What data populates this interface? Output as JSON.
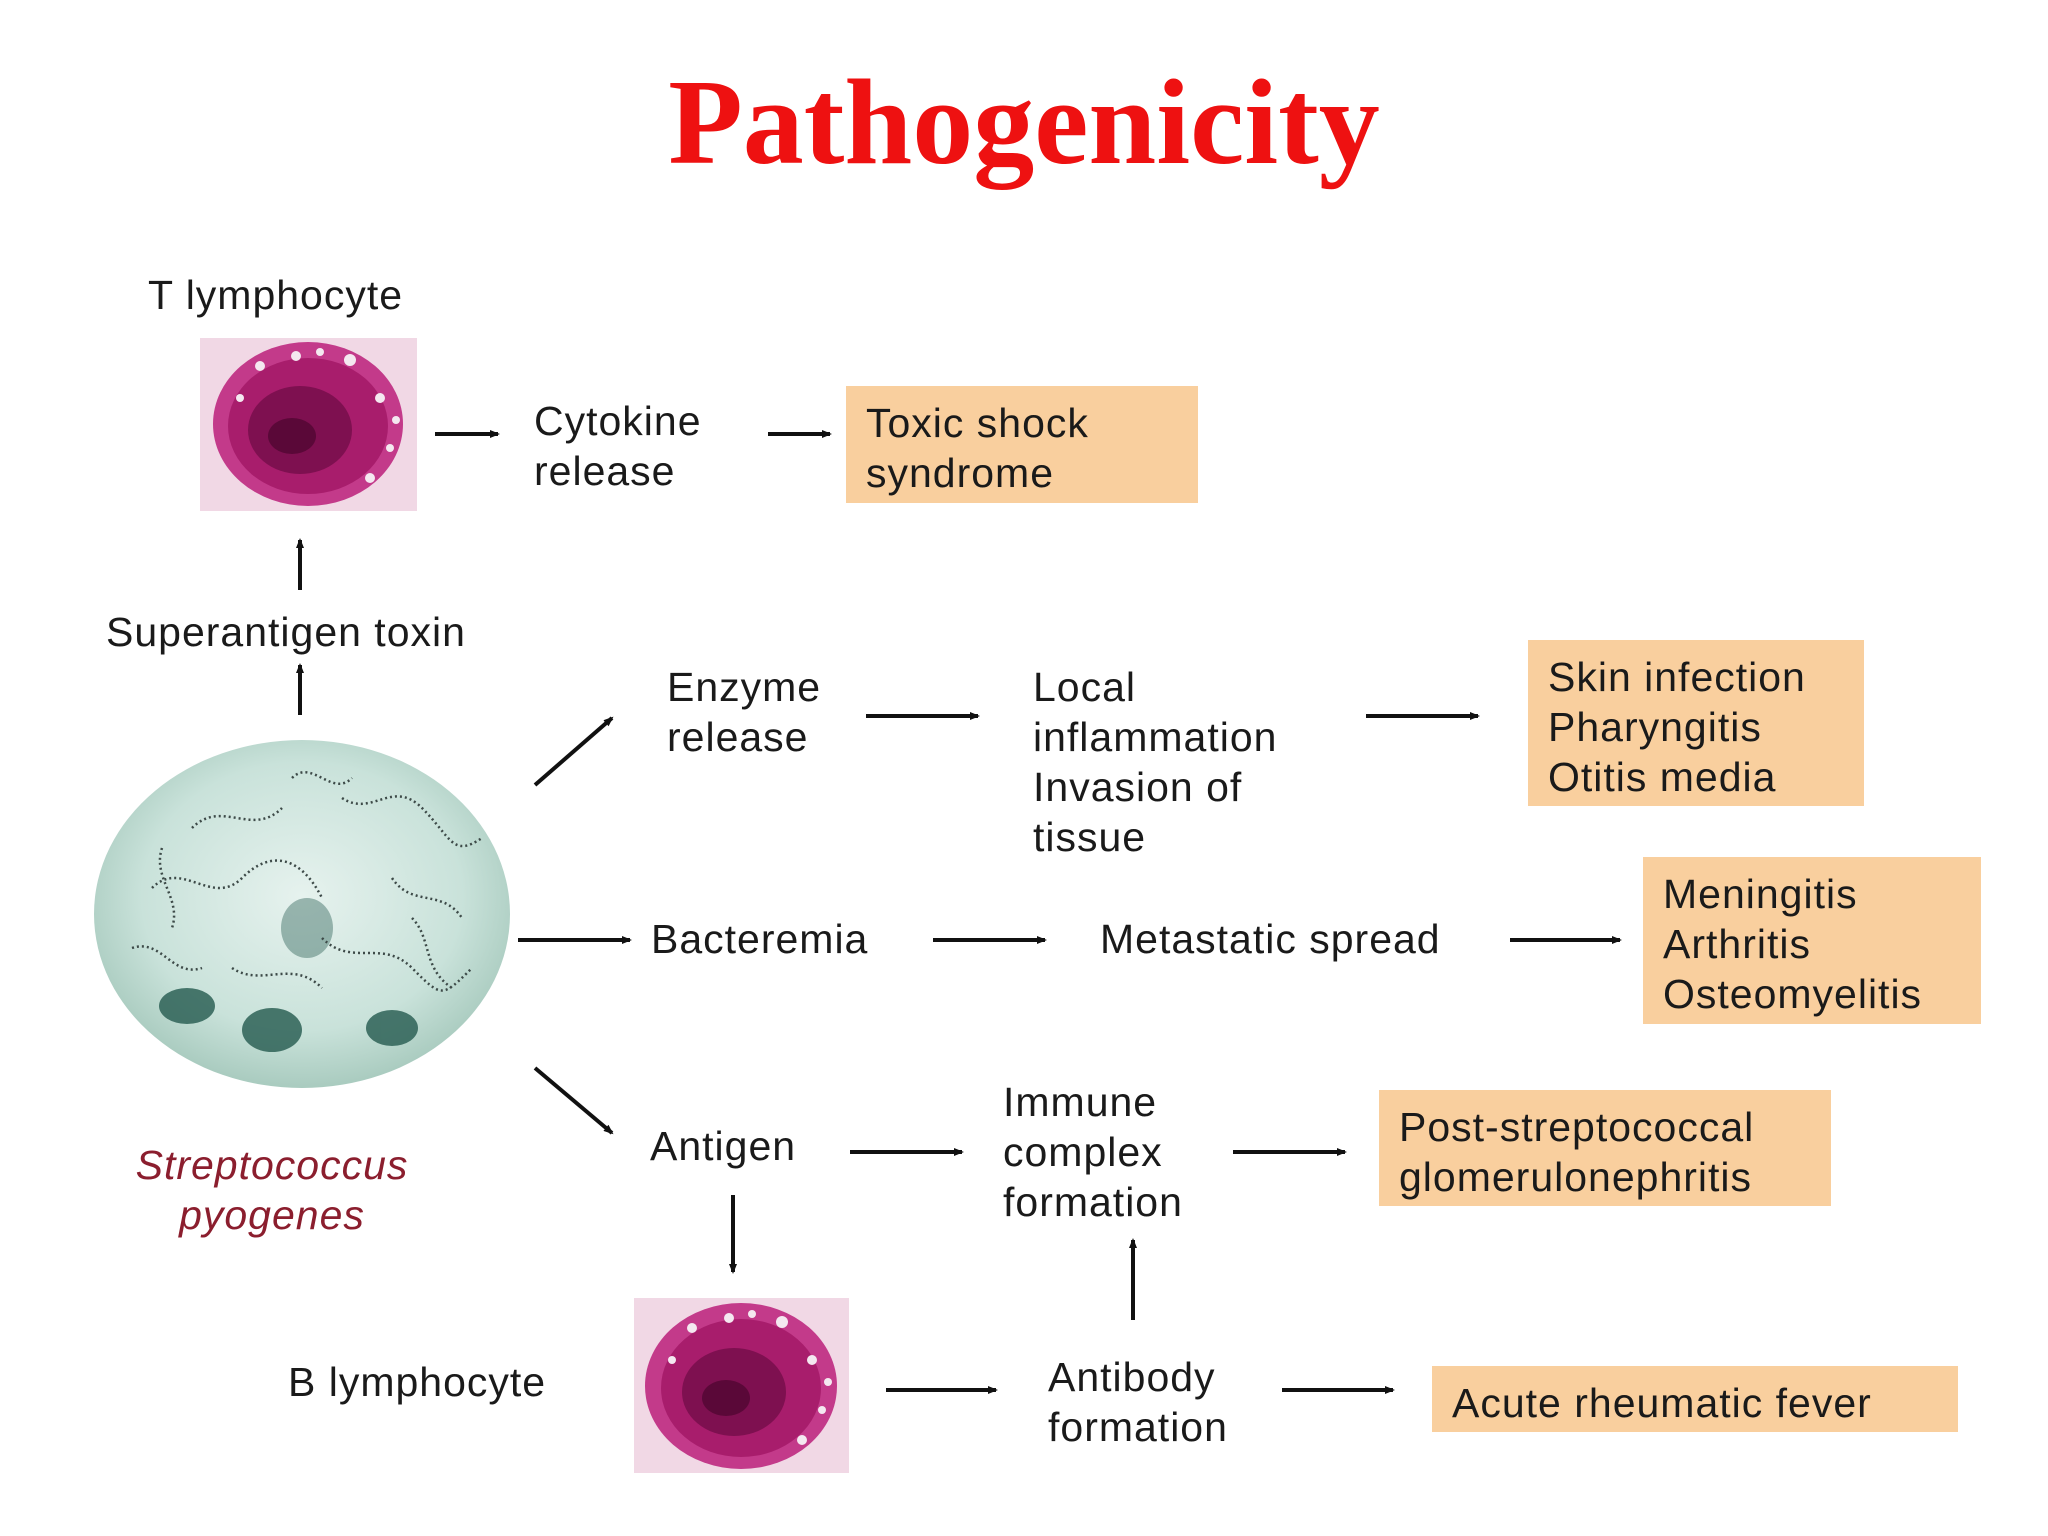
{
  "colors": {
    "title": "#ee1111",
    "box_fill": "#f9cf9e",
    "species_text": "#8b1e2e",
    "arrow": "#111111",
    "cell_purple": "#b8237a",
    "cell_background": "#f0d6e4",
    "bacteria_background": "#cfe6df"
  },
  "title": "Pathogenicity",
  "images": {
    "t_cell": "t-lymphocyte-micrograph",
    "b_cell": "b-lymphocyte-micrograph",
    "bacteria": "streptococcus-chains-micrograph"
  },
  "labels": {
    "t_lymphocyte": "T lymphocyte",
    "superantigen": "Superantigen toxin",
    "cytokine": "Cytokine\nrelease",
    "enzyme": "Enzyme\nrelease",
    "local": "Local\ninflammation\nInvasion of\ntissue",
    "bacteremia": "Bacteremia",
    "metastatic": "Metastatic spread",
    "antigen": "Antigen",
    "immune": "Immune\ncomplex\nformation",
    "b_lymphocyte": "B lymphocyte",
    "antibody": "Antibody\nformation",
    "species": "Streptococcus\npyogenes"
  },
  "outcomes": {
    "toxic_shock": "Toxic shock\nsyndrome",
    "skin": "Skin infection\nPharyngitis\nOtitis media",
    "meningitis": "Meningitis\nArthritis\nOsteomyelitis",
    "glomerulo": "Post-streptococcal\nglomerulonephritis",
    "rheumatic": "Acute rheumatic fever"
  }
}
